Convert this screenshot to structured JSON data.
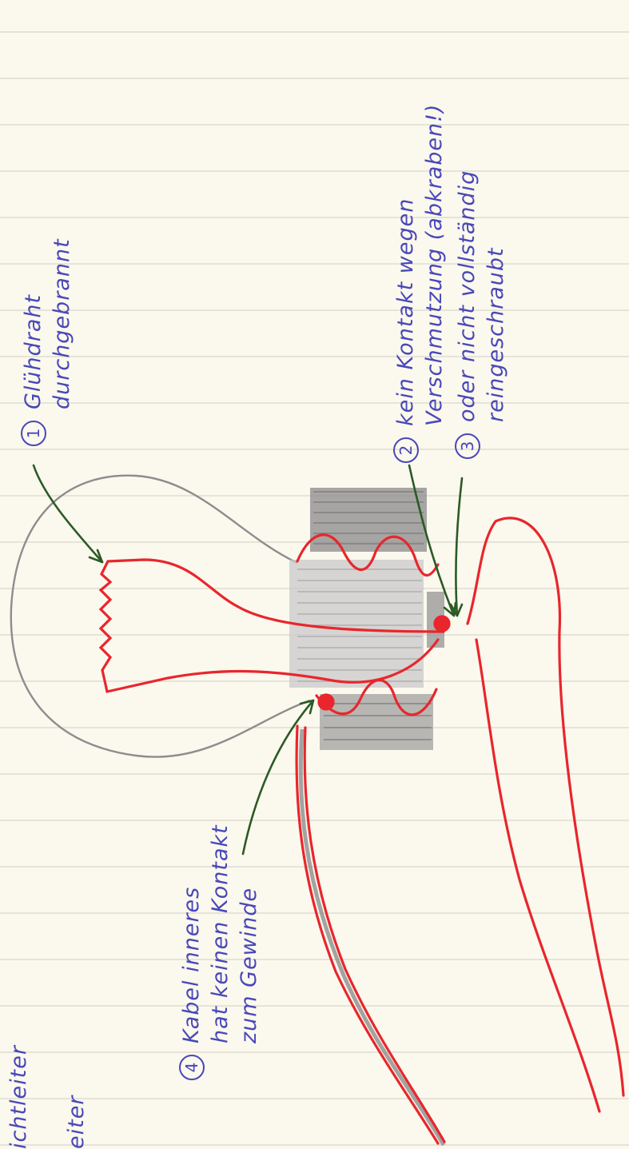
{
  "colors": {
    "paper": "#fbf8ee",
    "ruled_line": "#d9d6cc",
    "pencil": "#8d8d8d",
    "red_conductor": "#e8262c",
    "annotation_ink": "#4848b8",
    "arrow_ink": "#2b5a25"
  },
  "annotations": [
    {
      "number": "1",
      "lines": [
        "Glühdraht",
        "durchgebrannt"
      ]
    },
    {
      "number": "2",
      "lines": [
        "kein Kontakt wegen",
        "Verschmutzung (abkraben!)"
      ]
    },
    {
      "number": "3",
      "lines": [
        "oder nicht vollständig",
        "reingeschraubt"
      ]
    },
    {
      "number": "4",
      "lines": [
        "Kabel inneres",
        "hat keinen Kontakt",
        "zum Gewinde"
      ]
    }
  ],
  "cut_off_left_text": [
    "ichtleiter",
    "eiter"
  ]
}
